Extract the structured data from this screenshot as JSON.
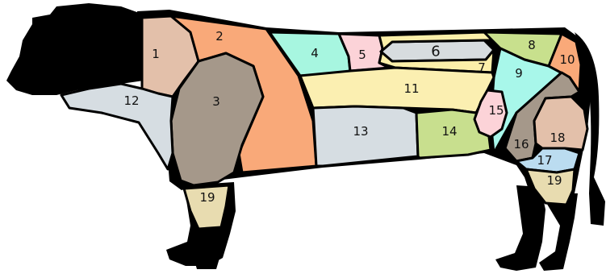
{
  "diagram": {
    "colors": {
      "outline": "#000000",
      "background": "#ffffff"
    },
    "cuts": [
      {
        "number": "1",
        "color": "#e3c0aa"
      },
      {
        "number": "2",
        "color": "#f9a979"
      },
      {
        "number": "3",
        "color": "#a5988a"
      },
      {
        "number": "4",
        "color": "#a7f6e0"
      },
      {
        "number": "5",
        "color": "#fcd3d8"
      },
      {
        "number": "6",
        "color": "#d7dcdf"
      },
      {
        "number": "7",
        "color": "#fbefa9"
      },
      {
        "number": "8",
        "color": "#c8e08d"
      },
      {
        "number": "9",
        "color": "#a8f7ea"
      },
      {
        "number": "10",
        "color": "#f9a979"
      },
      {
        "number": "11",
        "color": "#fbefb1"
      },
      {
        "number": "12",
        "color": "#d6dde2"
      },
      {
        "number": "13",
        "color": "#d6dde2"
      },
      {
        "number": "14",
        "color": "#c8df8e"
      },
      {
        "number": "15",
        "color": "#fcd3d8"
      },
      {
        "number": "16",
        "color": "#a5988a"
      },
      {
        "number": "17",
        "color": "#bbdcf0"
      },
      {
        "number": "18",
        "color": "#e3c0aa"
      },
      {
        "number": "19",
        "color": "#e8dcb0"
      }
    ],
    "shank_label": "19"
  }
}
